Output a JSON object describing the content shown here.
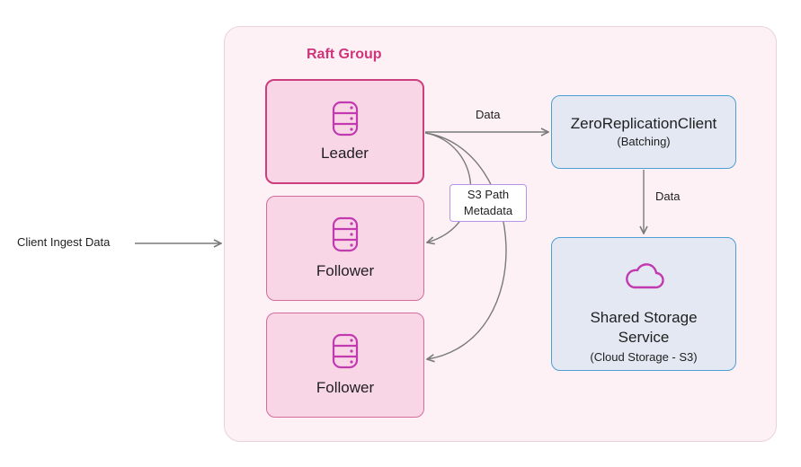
{
  "group": {
    "title": "Raft Group"
  },
  "nodes": {
    "leader": "Leader",
    "follower_1": "Follower",
    "follower_2": "Follower"
  },
  "client": {
    "label": "Client Ingest Data"
  },
  "edges": {
    "leader_to_client": "Data",
    "client_to_storage": "Data",
    "metadata_line1": "S3 Path",
    "metadata_line2": "Metadata"
  },
  "replication_client": {
    "title": "ZeroReplicationClient",
    "subtitle": "(Batching)"
  },
  "storage": {
    "title_line1": "Shared Storage",
    "title_line2": "Service",
    "subtitle": "(Cloud Storage - S3)"
  },
  "colors": {
    "accent": "#d0357a",
    "node_fill": "#f8d6e6",
    "service_fill": "#e3e8f3",
    "service_border": "#4d9fd6",
    "edge": "#7a7a7a"
  },
  "icons": {
    "node": "database-icon",
    "storage": "cloud-icon"
  }
}
